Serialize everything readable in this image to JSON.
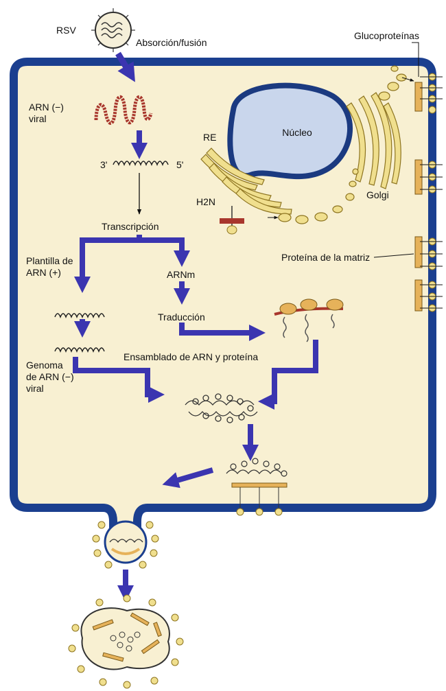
{
  "colors": {
    "membrane": "#1b3f8f",
    "cytoplasm": "#f8f0d2",
    "nucleus_fill": "#c9d6ec",
    "nucleus_border": "#1b3a80",
    "arrow": "#3b35b0",
    "rna_red": "#a8362c",
    "golgi_yellow": "#f0df8e",
    "golgi_stroke": "#8d7420",
    "protein_orange": "#e6b25a"
  },
  "labels": {
    "rsv": "RSV",
    "absorcion": "Absorción/fusión",
    "glucoproteinas": "Glucoproteínas",
    "arn_viral": "ARN (−) viral",
    "nucleo": "Núcleo",
    "re": "RE",
    "golgi": "Golgi",
    "h2n": "H2N",
    "three_prime": "3'",
    "five_prime": "5'",
    "transcripcion": "Transcripción",
    "plantilla": "Plantilla de ARN (+)",
    "arnm": "ARNm",
    "proteina_matriz": "Proteína de la matriz",
    "traduccion": "Traducción",
    "ensamblado": "Ensamblado de ARN y proteína",
    "genoma": "Genoma de ARN (−) viral"
  }
}
